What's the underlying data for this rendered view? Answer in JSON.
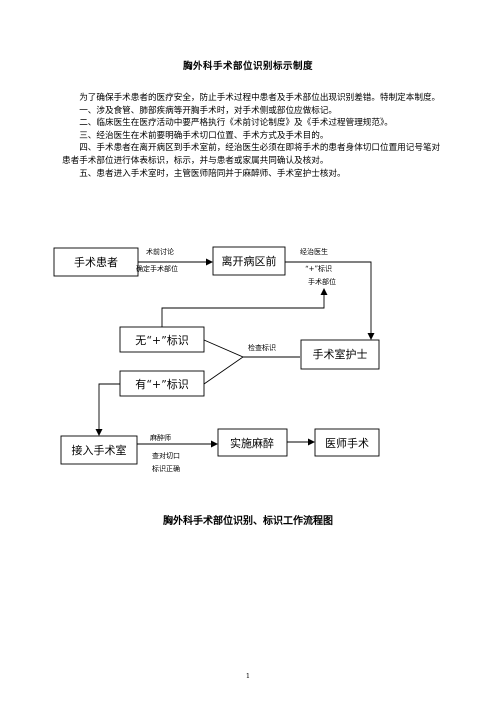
{
  "title": "胸外科手术部位识别标示制度",
  "paragraphs": [
    "为了确保手术患者的医疗安全，防止手术过程中患者及手术部位出现识别差错。特制定本制度。",
    "一、涉及食管、肺部疾病等开胸手术时，对手术侧或部位应做标记。",
    "二、临床医生在医疗活动中要严格执行《术前讨论制度》及《手术过程管理规范》。",
    "三、经治医生在术前要明确手术切口位置、手术方式及手术目的。",
    "四、手术患者在离开病区到手术室前，经治医生必须在即将手术的患者身体切口位置用记号笔对患者手术部位进行体表标识，标示，并与患者或家属共同确认及核对。",
    "五、患者进入手术室时，主管医师陪同并于麻醉师、手术室护士核对。"
  ],
  "flow": {
    "boxes": {
      "patient": "手术患者",
      "leave_ward": "离开病区前",
      "no_mark": "无“+”标识",
      "or_nurse": "手术室护士",
      "has_mark": "有“+”标识",
      "enter_or": "接入手术室",
      "anesthesia": "实施麻醉",
      "surgery": "医师手术"
    },
    "labels": {
      "preop_discussion": "术前讨论",
      "confirm_site": "确定手术部位",
      "attending_doctor": "经治医生",
      "plus_mark": "“+”标识",
      "surgical_site": "手术部位",
      "check_mark": "检查标识",
      "anesthesiologist": "麻醉师",
      "check_incision": "查对切口",
      "mark_correct": "标识正确"
    }
  },
  "caption": "胸外科手术部位识别、标识工作流程图",
  "page_number": "1"
}
